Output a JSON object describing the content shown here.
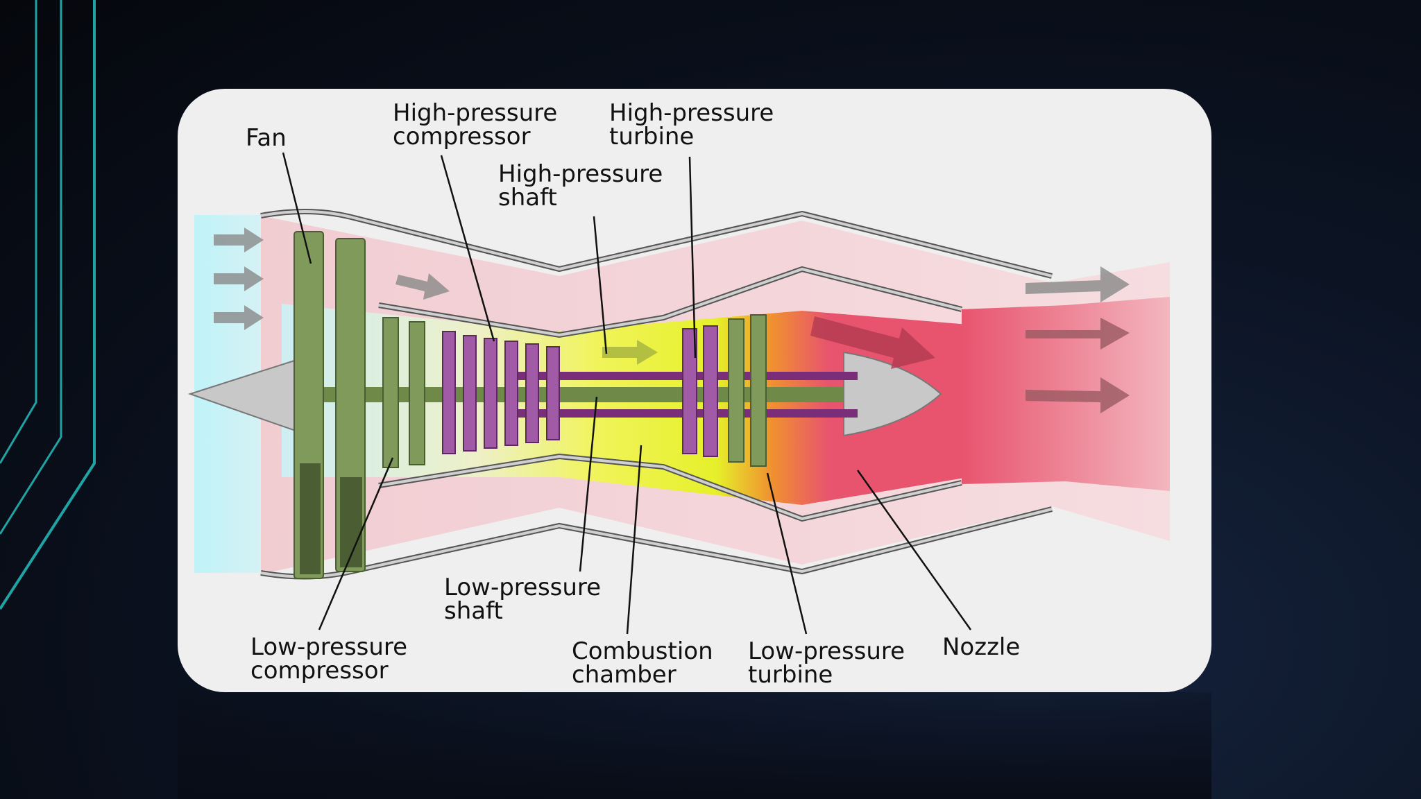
{
  "labels": {
    "fan": [
      "Fan"
    ],
    "hp_compressor": [
      "High-pressure",
      "compressor"
    ],
    "hp_turbine": [
      "High-pressure",
      "turbine"
    ],
    "hp_shaft": [
      "High-pressure",
      "shaft"
    ],
    "lp_shaft": [
      "Low-pressure",
      "shaft"
    ],
    "lp_compressor": [
      "Low-pressure",
      "compressor"
    ],
    "combustion": [
      "Combustion",
      "chamber"
    ],
    "lp_turbine": [
      "Low-pressure",
      "turbine"
    ],
    "nozzle": [
      "Nozzle"
    ]
  },
  "colors": {
    "accent_lines": "#1fa3a3",
    "intake_air": "#bff3f8",
    "bypass_air": "#f3d7d9",
    "combustion": "#e8f23a",
    "exhaust": "#e8546e",
    "fan_blades": "#7f9a5a",
    "hp_blades": "#8e3d8e",
    "arrow": "#8a8a8a"
  }
}
